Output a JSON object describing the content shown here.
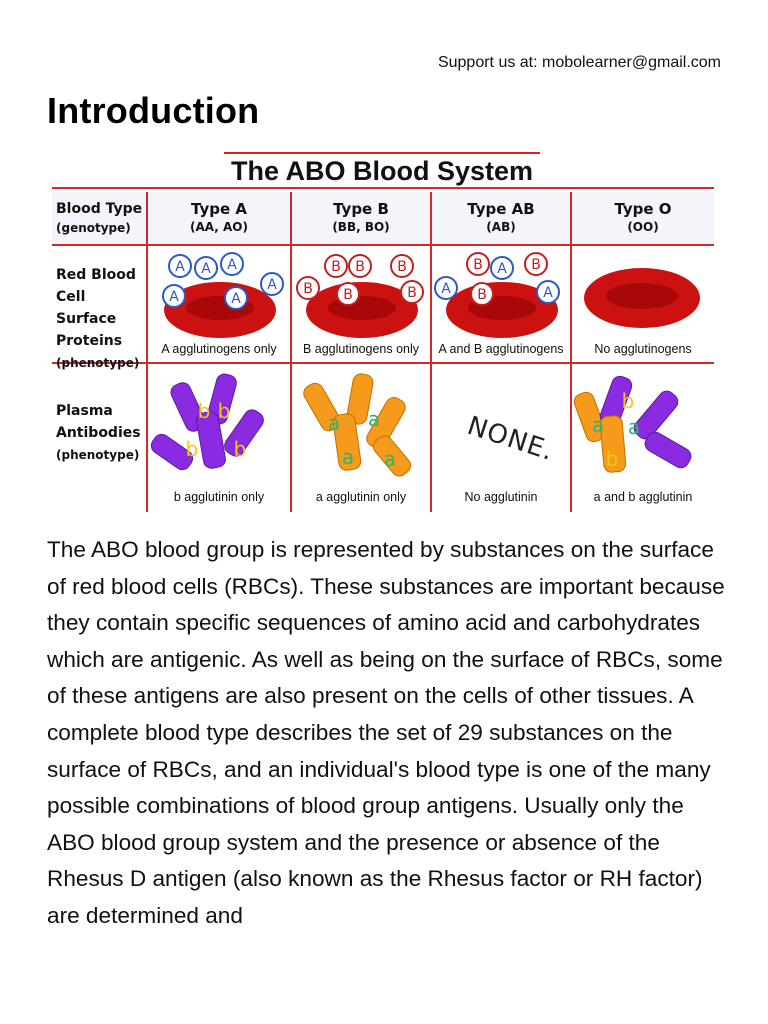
{
  "header": {
    "support_text": "Support us at: mobolearner@gmail.com"
  },
  "page": {
    "heading": "Introduction"
  },
  "figure": {
    "title": "The ABO Blood System",
    "row_headers": {
      "blood_type": {
        "line1": "Blood Type",
        "line2": "(genotype)"
      },
      "proteins": {
        "line1": "Red Blood",
        "line2": "Cell Surface",
        "line3": "Proteins",
        "line4": "(phenotype)"
      },
      "antibodies": {
        "line1": "Plasma",
        "line2": "Antibodies",
        "line3": "(phenotype)"
      }
    },
    "columns": [
      {
        "type": "Type A",
        "genotype": "(AA, AO)",
        "antigen_caption": "A agglutinogens only",
        "antibody_caption": "b agglutinin only"
      },
      {
        "type": "Type B",
        "genotype": "(BB, BO)",
        "antigen_caption": "B agglutinogens only",
        "antibody_caption": "a agglutinin only"
      },
      {
        "type": "Type AB",
        "genotype": "(AB)",
        "antigen_caption": "A and B agglutinogens",
        "antibody_caption": "No agglutinin"
      },
      {
        "type": "Type O",
        "genotype": "(OO)",
        "antigen_caption": "No agglutinogens",
        "antibody_caption": "a and b agglutinin"
      }
    ],
    "none_label": "NONE.",
    "marker_labels": {
      "A": "A",
      "B": "B",
      "a": "a",
      "b": "b"
    },
    "colors": {
      "grid_red": "#d62828",
      "cell_red": "#cc1111",
      "antigen_blue": "#2b57c9",
      "antibody_purple": "#8a2be2",
      "antibody_orange": "#f59a1b"
    }
  },
  "body": {
    "paragraph": "The ABO blood group is represented by substances on the surface of red blood cells (RBCs). These substances are important because they contain specific sequences of amino acid and carbohydrates which are antigenic. As well as being on the surface of RBCs, some of these antigens are also present on the cells of other tissues. A complete blood type describes the set of 29 substances on the surface of RBCs, and an individual's blood type is one of the many possible combinations of blood group antigens. Usually only the ABO blood group system and the presence or absence of the Rhesus D antigen (also known as the Rhesus factor or RH factor) are determined and"
  }
}
